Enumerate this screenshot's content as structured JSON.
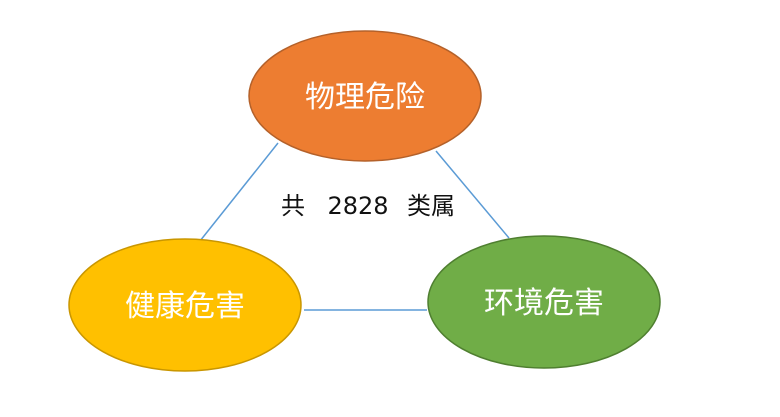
{
  "diagram": {
    "nodes": {
      "physical": {
        "label": "物理危险",
        "color": "#ed7d31",
        "border": "#b4612a"
      },
      "health": {
        "label": "健康危害",
        "color": "#ffc000",
        "border": "#c99600"
      },
      "environment": {
        "label": "环境危害",
        "color": "#70ad47",
        "border": "#4f7f30"
      }
    },
    "center": {
      "prefix": "共",
      "count": "2828",
      "suffix": "类属"
    },
    "connector_color": "#5b9bd5"
  }
}
